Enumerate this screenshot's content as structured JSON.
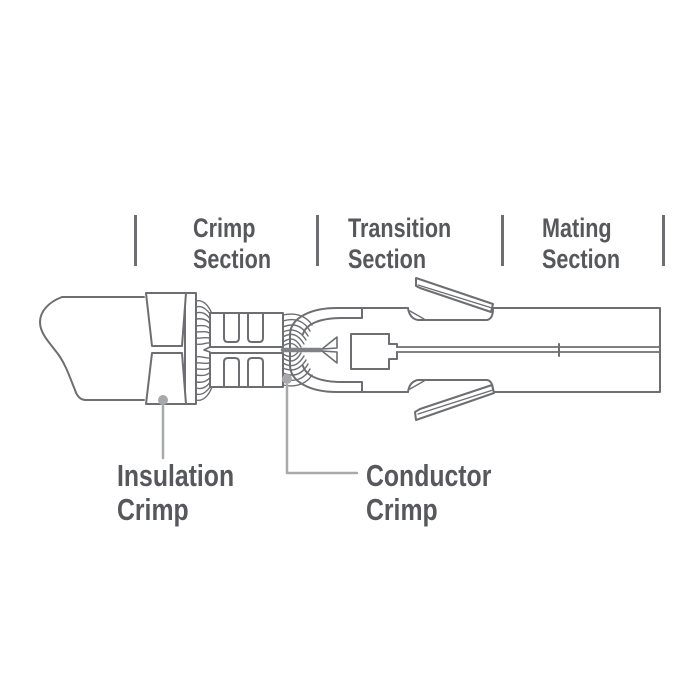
{
  "header": {
    "sections": [
      {
        "line1": "Crimp",
        "line2": "Section"
      },
      {
        "line1": "Transition",
        "line2": "Section"
      },
      {
        "line1": "Mating",
        "line2": "Section"
      }
    ]
  },
  "callouts": [
    {
      "line1": "Insulation",
      "line2": "Crimp"
    },
    {
      "line1": "Conductor",
      "line2": "Crimp"
    }
  ],
  "colors": {
    "outline": "#6d6e71",
    "text": "#57585b",
    "leader": "#a7a9ac",
    "seam_bar": "#808285",
    "background": "#ffffff"
  }
}
